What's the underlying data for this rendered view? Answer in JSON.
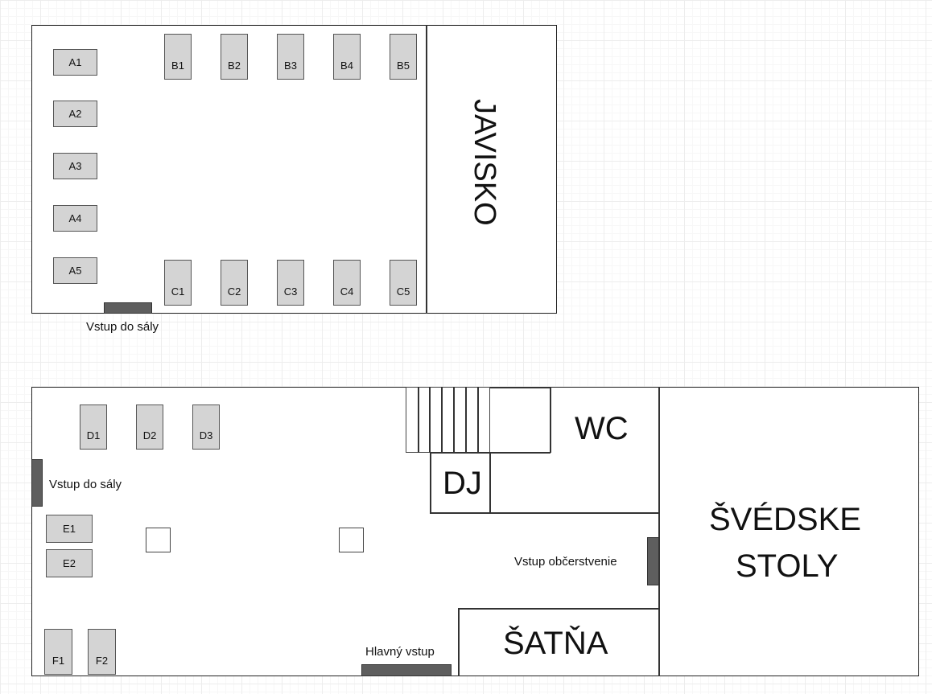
{
  "hall": {
    "stage_label": "JAVISKO",
    "entrance_label": "Vstup do sály",
    "tables_a": [
      "A1",
      "A2",
      "A3",
      "A4",
      "A5"
    ],
    "tables_b": [
      "B1",
      "B2",
      "B3",
      "B4",
      "B5"
    ],
    "tables_c": [
      "C1",
      "C2",
      "C3",
      "C4",
      "C5"
    ]
  },
  "lobby": {
    "wc_label": "WC",
    "dj_label": "DJ",
    "buffet_label_line1": "ŠVÉDSKE",
    "buffet_label_line2": "STOLY",
    "cloakroom_label": "ŠATŇA",
    "hall_entrance_label": "Vstup do sály",
    "refreshment_entrance_label": "Vstup občerstvenie",
    "main_entrance_label": "Hlavný vstup",
    "tables_d": [
      "D1",
      "D2",
      "D3"
    ],
    "tables_e": [
      "E1",
      "E2"
    ],
    "tables_f": [
      "F1",
      "F2"
    ]
  }
}
